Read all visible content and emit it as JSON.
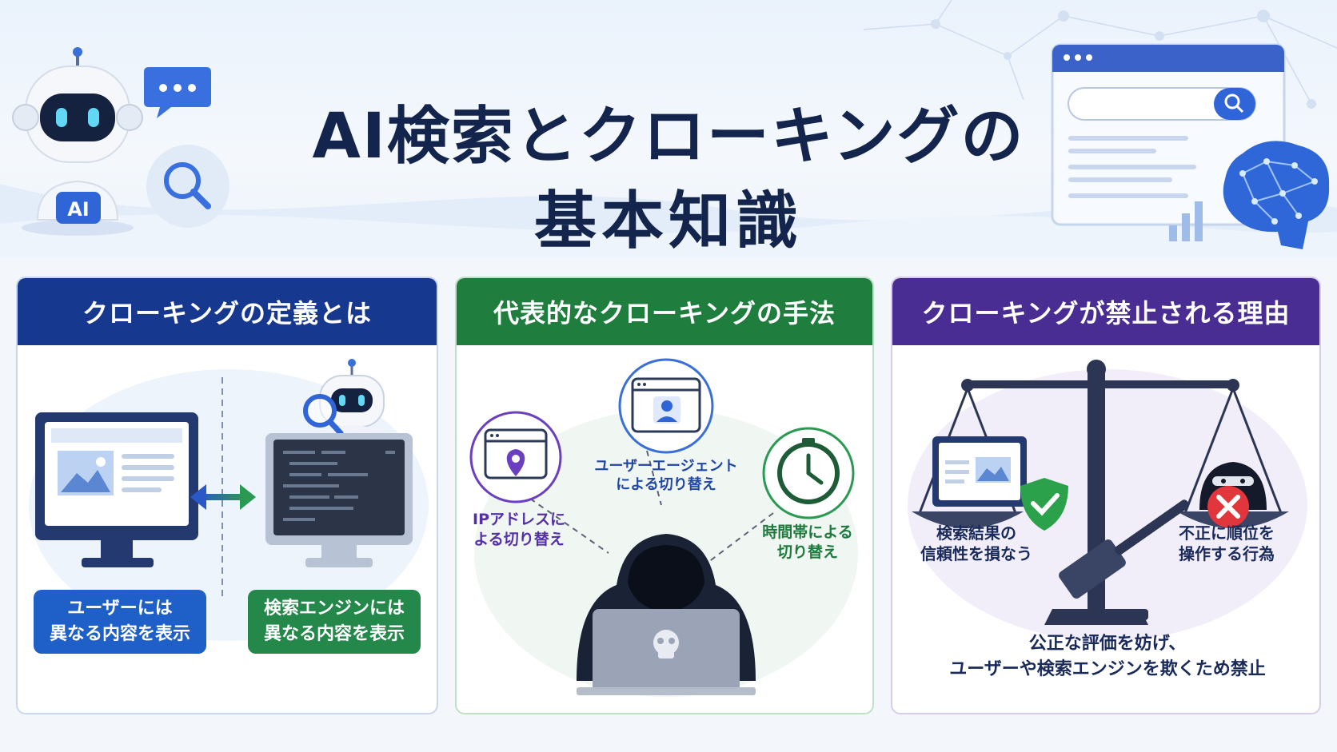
{
  "header": {
    "title_line1": "AI検索とクローキングの",
    "title_line2": "基本知識",
    "robot_badge": "AI"
  },
  "panels": [
    {
      "title": "クローキングの定義とは",
      "left_badge": [
        "ユーザーには",
        "異なる内容を表示"
      ],
      "right_badge": [
        "検索エンジンには",
        "異なる内容を表示"
      ]
    },
    {
      "title": "代表的なクローキングの手法",
      "method_ip": [
        "IPアドレスに",
        "よる切り替え"
      ],
      "method_ua": [
        "ユーザーエージェント",
        "による切り替え"
      ],
      "method_time": [
        "時間帯による",
        "切り替え"
      ]
    },
    {
      "title": "クローキングが禁止される理由",
      "reason_left": [
        "検索結果の",
        "信頼性を損なう"
      ],
      "reason_right": [
        "不正に順位を",
        "操作する行為"
      ],
      "conclusion": [
        "公正な評価を妨げ、",
        "ユーザーや検索エンジンを欺くため禁止"
      ]
    }
  ],
  "colors": {
    "navy": "#14254d",
    "blue": "#17388f",
    "green": "#1f7d3e",
    "purple": "#4a2d93",
    "accent_blue": "#1f5fc8",
    "accent_green": "#23884a",
    "check_green": "#2aa14a",
    "cross_red": "#e0363c"
  },
  "icons": [
    "robot-icon",
    "chat-bubble-icon",
    "search-icon",
    "browser-icon",
    "brain-icon",
    "monitor-icon",
    "double-arrow-icon",
    "location-pin-icon",
    "user-icon",
    "clock-icon",
    "hacker-icon",
    "skull-icon",
    "scales-icon",
    "shield-check-icon",
    "thief-icon",
    "cross-icon",
    "gavel-icon"
  ]
}
